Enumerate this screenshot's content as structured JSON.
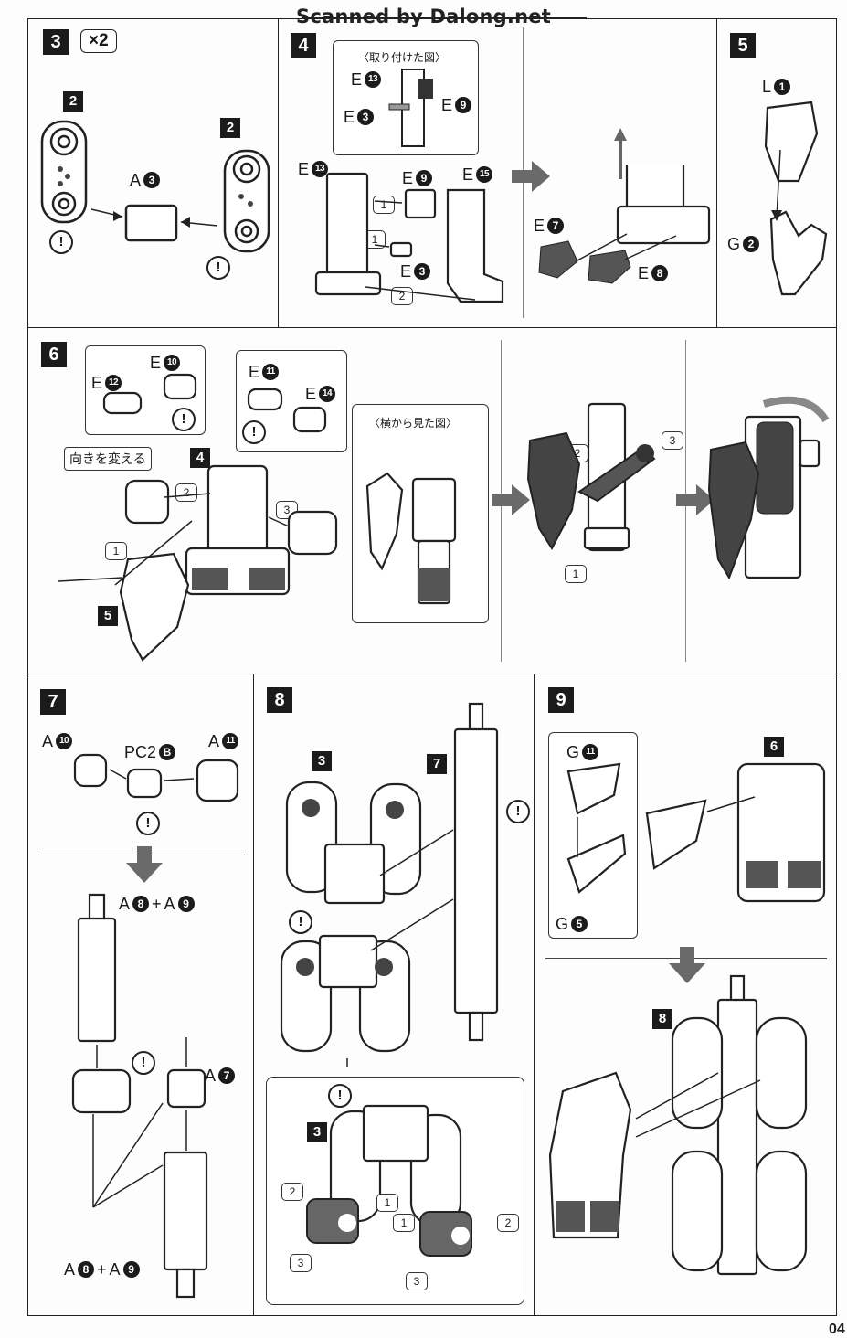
{
  "watermark": "Scanned by Dalong.net",
  "page_number": "04",
  "steps": {
    "s3": {
      "step": "3",
      "multiplier": "×2",
      "sub_left": "2",
      "sub_right": "2",
      "part": "A",
      "part_num": "3"
    },
    "s4": {
      "step": "4",
      "inset_title": "〈取り付けた図〉",
      "inset_labels": [
        {
          "letter": "E",
          "num": "13"
        },
        {
          "letter": "E",
          "num": "9"
        },
        {
          "letter": "E",
          "num": "3"
        }
      ],
      "labels": [
        {
          "letter": "E",
          "num": "13"
        },
        {
          "letter": "E",
          "num": "9"
        },
        {
          "letter": "E",
          "num": "15"
        },
        {
          "letter": "E",
          "num": "3"
        },
        {
          "letter": "E",
          "num": "7"
        },
        {
          "letter": "E",
          "num": "8"
        }
      ],
      "order": [
        "1",
        "1",
        "2"
      ]
    },
    "s5": {
      "step": "5",
      "labels": [
        {
          "letter": "L",
          "num": "1"
        },
        {
          "letter": "G",
          "num": "2"
        }
      ]
    },
    "s6": {
      "step": "6",
      "labels": [
        {
          "letter": "E",
          "num": "10"
        },
        {
          "letter": "E",
          "num": "12"
        },
        {
          "letter": "E",
          "num": "11"
        },
        {
          "letter": "E",
          "num": "14"
        }
      ],
      "turn_tag": "向きを変える",
      "side_view": "〈横から見た図〉",
      "sub_4": "4",
      "sub_5": "5",
      "order": [
        "1",
        "2",
        "3",
        "2",
        "3",
        "1"
      ]
    },
    "s7": {
      "step": "7",
      "labels": [
        {
          "letter": "A",
          "num": "10"
        },
        {
          "letter": "A",
          "num": "11"
        },
        {
          "letter": "A",
          "num": "7"
        }
      ],
      "pc": {
        "text": "PC2",
        "num": "B"
      },
      "combo_top": {
        "a": "A",
        "n1": "8",
        "plus": "+",
        "b": "A",
        "n2": "9"
      },
      "combo_bottom": {
        "a": "A",
        "n1": "8",
        "plus": "+",
        "b": "A",
        "n2": "9"
      }
    },
    "s8": {
      "step": "8",
      "sub_3": "3",
      "sub_7": "7",
      "sub_3b": "3",
      "order": [
        "2",
        "1",
        "1",
        "2",
        "3",
        "3"
      ]
    },
    "s9": {
      "step": "9",
      "sub_6": "6",
      "sub_8": "8",
      "labels": [
        {
          "letter": "G",
          "num": "11"
        },
        {
          "letter": "G",
          "num": "5"
        }
      ]
    }
  },
  "warn_symbol": "!"
}
